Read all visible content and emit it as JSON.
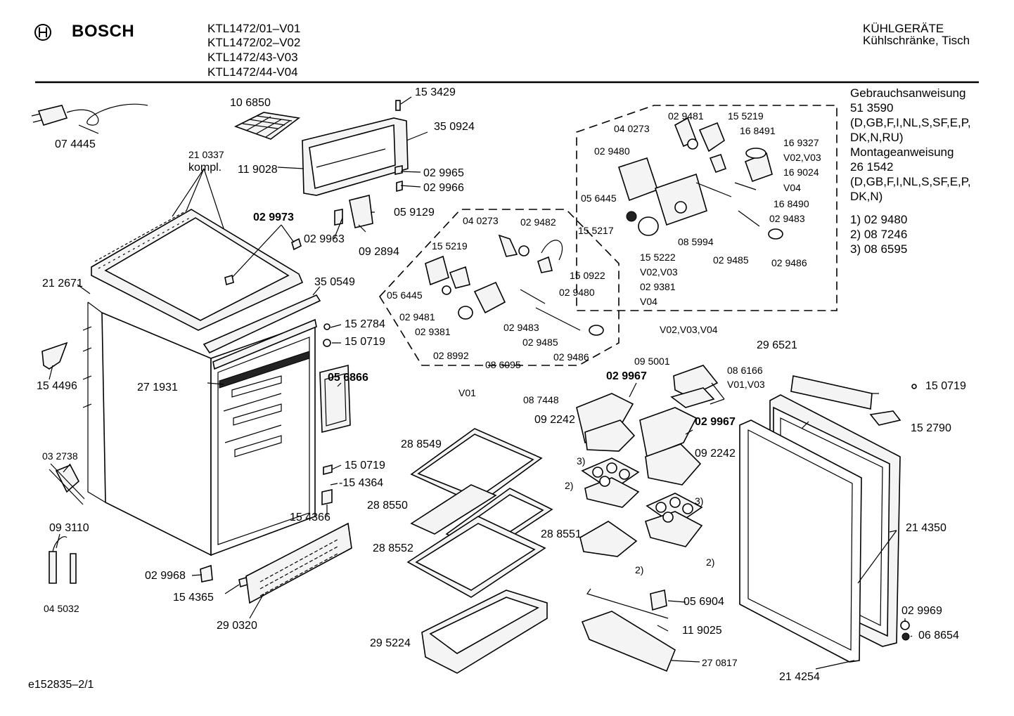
{
  "header": {
    "brand": "BOSCH",
    "models": [
      "KTL1472/01–V01",
      "KTL1472/02–V02",
      "KTL1472/43-V03",
      "KTL1472/44-V04"
    ],
    "category": "KÜHLGERÄTE",
    "subcategory": "Kühlschränke, Tisch"
  },
  "notes": {
    "lines": [
      "Gebrauchsanweisung",
      "51 3590",
      "(D,GB,F,I,NL,S,SF,E,P,",
      "DK,N,RU)",
      "Montageanweisung",
      "26 1542",
      "(D,GB,F,I,NL,S,SF,E,P,",
      "DK,N)"
    ],
    "footnotes": [
      "1) 02 9480",
      "2) 08 7246",
      "3) 08 6595"
    ]
  },
  "labels": [
    {
      "text": "07 4445"
    },
    {
      "text": "10 6850"
    },
    {
      "text": "21 0337"
    },
    {
      "text": "kompl."
    },
    {
      "text": "11 9028"
    },
    {
      "text": "15 3429"
    },
    {
      "text": "35 0924"
    },
    {
      "text": "02 9965"
    },
    {
      "text": "02 9966"
    },
    {
      "text": "02 9973",
      "bold": true
    },
    {
      "text": "02 9963"
    },
    {
      "text": "05 9129"
    },
    {
      "text": "09 2894"
    },
    {
      "text": "21 2671"
    },
    {
      "text": "35 0549"
    },
    {
      "text": "15 2784"
    },
    {
      "text": "15 0719"
    },
    {
      "text": "15 4496"
    },
    {
      "text": "27 1931"
    },
    {
      "text": "05 6866",
      "bold": true
    },
    {
      "text": "03 2738"
    },
    {
      "text": "15 0719"
    },
    {
      "text": "-15 4364"
    },
    {
      "text": "15 4366"
    },
    {
      "text": "09 3110"
    },
    {
      "text": "04 5032"
    },
    {
      "text": "02 9968"
    },
    {
      "text": "15 4365"
    },
    {
      "text": "29 0320"
    },
    {
      "text": "04 0273"
    },
    {
      "text": "02 9482"
    },
    {
      "text": "15 5219"
    },
    {
      "text": "05 6445"
    },
    {
      "text": "15 0922"
    },
    {
      "text": "02 9480"
    },
    {
      "text": "02 9481"
    },
    {
      "text": "02 9381"
    },
    {
      "text": "02 9483"
    },
    {
      "text": "02 9485"
    },
    {
      "text": "02 8992"
    },
    {
      "text": "08 6095"
    },
    {
      "text": "02 9486"
    },
    {
      "text": "V01"
    },
    {
      "text": "02 9481"
    },
    {
      "text": "15 5219"
    },
    {
      "text": "04 0273"
    },
    {
      "text": "16 8491"
    },
    {
      "text": "02 9480"
    },
    {
      "text": "16 9327"
    },
    {
      "text": "V02,V03"
    },
    {
      "text": "16 9024"
    },
    {
      "text": "V04"
    },
    {
      "text": "05 6445"
    },
    {
      "text": "16 8490"
    },
    {
      "text": "02 9483"
    },
    {
      "text": "15 5217"
    },
    {
      "text": "08 5994"
    },
    {
      "text": "15 5222"
    },
    {
      "text": "V02,V03"
    },
    {
      "text": "02 9381"
    },
    {
      "text": "V04"
    },
    {
      "text": "02 9485"
    },
    {
      "text": "02 9486"
    },
    {
      "text": "V02,V03,V04"
    },
    {
      "text": "28 8549"
    },
    {
      "text": "28 8550"
    },
    {
      "text": "28 8551"
    },
    {
      "text": "28 8552"
    },
    {
      "text": "29 5224"
    },
    {
      "text": "09 5001"
    },
    {
      "text": "02 9967",
      "bold": true
    },
    {
      "text": "08 7448"
    },
    {
      "text": "09 2242"
    },
    {
      "text": "08 6166"
    },
    {
      "text": "V01,V03"
    },
    {
      "text": "02 9967",
      "bold": true
    },
    {
      "text": "09 2242"
    },
    {
      "text": "3)"
    },
    {
      "text": "2)"
    },
    {
      "text": "3)"
    },
    {
      "text": "2)"
    },
    {
      "text": "2)"
    },
    {
      "text": "05 6904"
    },
    {
      "text": "11 9025"
    },
    {
      "text": "27 0817"
    },
    {
      "text": "29 6521"
    },
    {
      "text": "15 0719"
    },
    {
      "text": "15 2790"
    },
    {
      "text": "21 4350"
    },
    {
      "text": "21 4254"
    },
    {
      "text": "02 9969"
    },
    {
      "text": "06 8654"
    }
  ],
  "footer": {
    "code": "e152835–2/1"
  }
}
